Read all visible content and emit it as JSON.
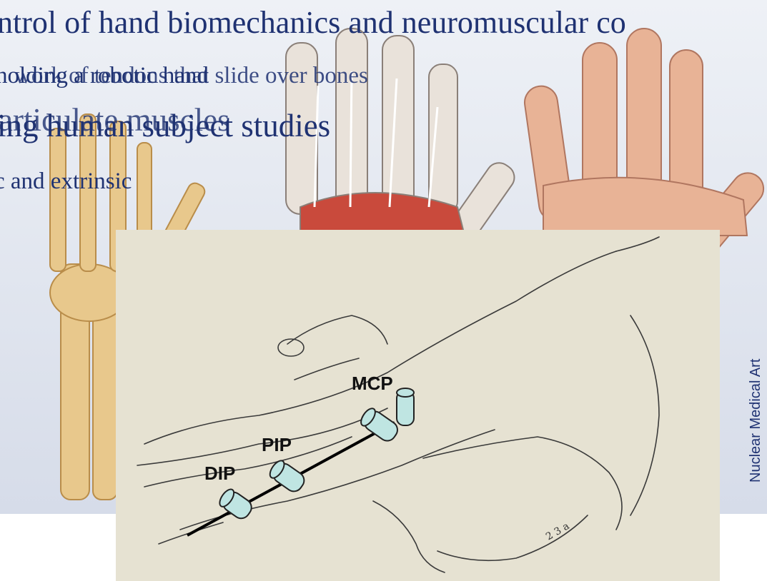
{
  "slide": {
    "title_lines": [
      "ntrol of hand biomechanics and neuromuscular co",
      "holding a robotic hand",
      "ing human subject studies",
      "c and extrinsic"
    ],
    "overlapped_fragments": [
      "work of tendons that slide over bones",
      "articulate muscles"
    ]
  },
  "diagram": {
    "joint_labels": {
      "mcp": "MCP",
      "pip": "PIP",
      "dip": "DIP"
    },
    "signature": "2 3 a"
  },
  "credit": "Nuclear Medical Art",
  "colors": {
    "title_text": "#1f3272",
    "joint_cylinder": "#bfe5e2",
    "muscle_red": "#c94a3c",
    "bone": "#e8c88c"
  }
}
